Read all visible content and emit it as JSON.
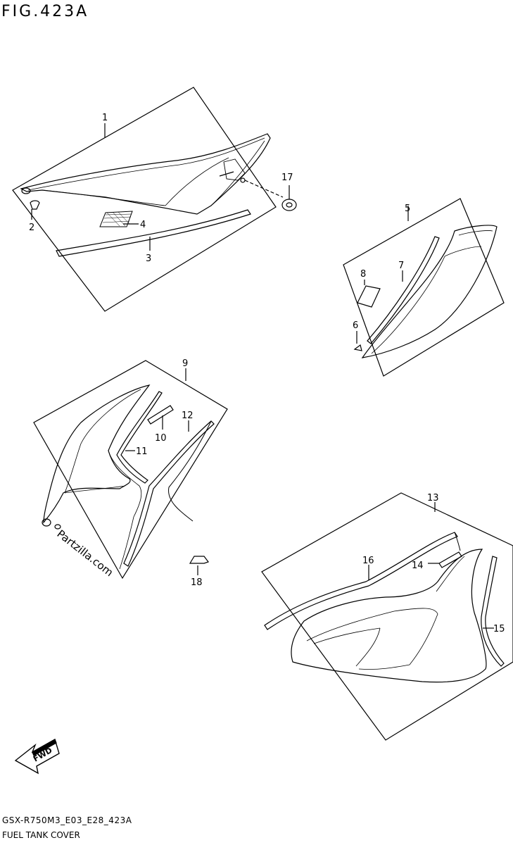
{
  "figure": {
    "title": "FIG.423A",
    "code": "GSX-R750M3_E03_E28_423A",
    "name": "FUEL TANK COVER"
  },
  "callouts": {
    "c1": "1",
    "c2": "2",
    "c3": "3",
    "c4": "4",
    "c5": "5",
    "c6": "6",
    "c7": "7",
    "c8": "8",
    "c9": "9",
    "c10": "10",
    "c11": "11",
    "c12": "12",
    "c13": "13",
    "c14": "14",
    "c15": "15",
    "c16": "16",
    "c17": "17",
    "c18": "18"
  },
  "watermark": "Partzilla.com",
  "direction_arrow": "FWD"
}
